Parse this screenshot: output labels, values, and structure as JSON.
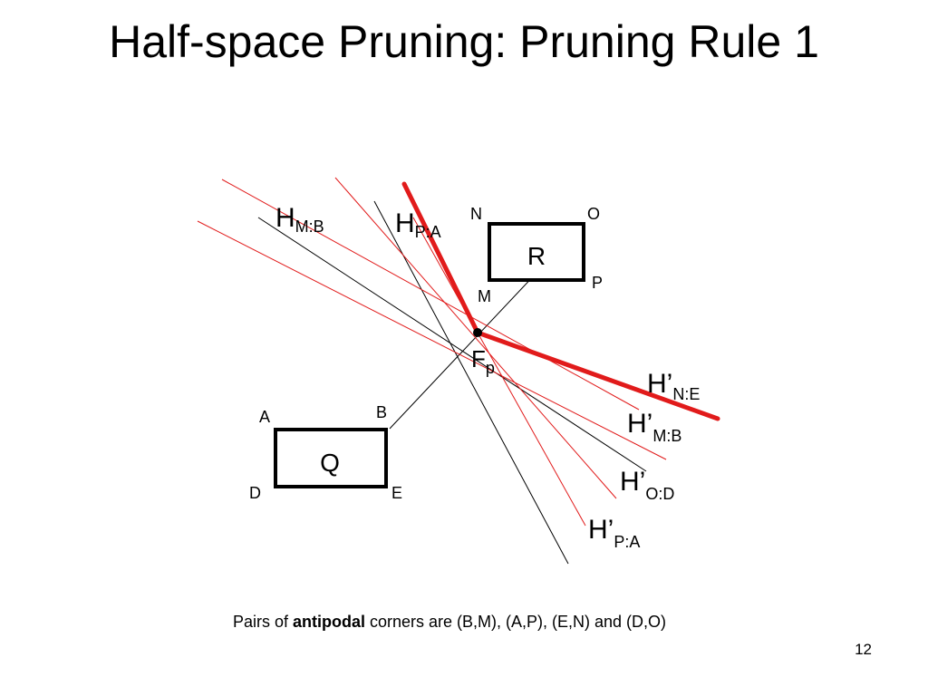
{
  "slide": {
    "title": "Half-space Pruning: Pruning Rule 1",
    "page_number": "12"
  },
  "caption": {
    "prefix": "Pairs of ",
    "bold": "antipodal",
    "suffix": " corners are (B,M), (A,P), (E,N) and (D,O)"
  },
  "diagram": {
    "colors": {
      "red": "#e11b1b",
      "black": "#000000"
    },
    "rect_r": {
      "label": "R",
      "corners": {
        "top_left": "N",
        "top_right": "O",
        "bottom_right": "P",
        "bottom_left": "M"
      }
    },
    "rect_q": {
      "label": "Q",
      "corners": {
        "top_left": "A",
        "top_right": "B",
        "bottom_right": "E",
        "bottom_left": "D"
      }
    },
    "point": {
      "main": "F",
      "sub": "p"
    },
    "line_labels": {
      "h_mb": {
        "main": "H",
        "sub": "M:B"
      },
      "h_pa": {
        "main": "H",
        "sub": "P:A"
      },
      "h_prime_ne": {
        "main": "H’",
        "sub": "N:E"
      },
      "h_prime_mb": {
        "main": "H’",
        "sub": "M:B"
      },
      "h_prime_od": {
        "main": "H’",
        "sub": "O:D"
      },
      "h_prime_pa": {
        "main": "H’",
        "sub": "P:A"
      }
    }
  }
}
